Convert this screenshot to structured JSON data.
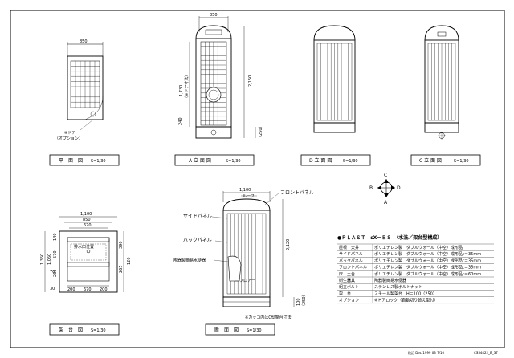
{
  "plan_view": {
    "dim_width": "850",
    "door_note_1": "※ドア",
    "door_note_2": "（オプション）",
    "caption": "平　面　図",
    "scale": "S=1/30"
  },
  "a_elevation": {
    "dim_width": "850",
    "dim_door_1": "1,730",
    "dim_door_2": "（※ドア寸法）",
    "dim_height": "2,150",
    "dim_bottom": "240",
    "dim_base": "（250）",
    "caption": "A 立 面 図",
    "scale": "S=1/30"
  },
  "d_elevation": {
    "caption": "D 立 面 図",
    "scale": "S=1/30"
  },
  "c_elevation": {
    "caption": "C 立 面 図",
    "scale": "S=1/30"
  },
  "compass": {
    "a": "A",
    "b": "B",
    "c": "C",
    "d": "D"
  },
  "base_view": {
    "dim_top_1": "1,100",
    "dim_top_2": "850",
    "dim_top_3": "670",
    "dim_left_1": "1,350",
    "dim_left_2": "1,050",
    "dim_left_3": "570",
    "dim_left_4": "140",
    "dim_left_5": "265",
    "dim_left_6": "30",
    "dim_left_7": "70",
    "dim_right_1": "390",
    "dim_right_2": "265",
    "dim_right_3": "120",
    "dim_bottom_1": "200",
    "dim_bottom_2": "670",
    "dim_bottom_3": "200",
    "marker": "排水口位置",
    "caption": "架　台　図",
    "scale": "S=1/30"
  },
  "section_view": {
    "dim_top": "1,100",
    "roof": "ルーフ",
    "front_panel": "フロントパネル",
    "side_panel": "サイドパネル",
    "back_panel": "バックパネル",
    "toilet": "陶器製簡易水便器",
    "floor": "フロアー",
    "dim_height": "2,120",
    "dim_base_1": "100",
    "dim_base_2": "（250）",
    "note": "※カッコ内はC型架台寸法",
    "caption": "断　面　図",
    "scale": "S=1/30"
  },
  "spec_table": {
    "title": "●ＰＬＡＳＴ　εⅩ－ＢＳ　（水洗／架台型構成）",
    "rows": [
      {
        "label": "屋根・天井",
        "value": "ポリエチレン製　ダブルウォール（中空）成形品"
      },
      {
        "label": "サイドパネル",
        "value": "ポリエチレン製　ダブルウォール（中空）成形品t＝35mm"
      },
      {
        "label": "バックパネル",
        "value": "ポリエチレン製　ダブルウォール（中空）成形品t＝35mm"
      },
      {
        "label": "フロントパネル",
        "value": "ポリエチレン製　ダブルウォール（中空）成形品t＝35mm"
      },
      {
        "label": "床・土台",
        "value": "ポリエチレン製　ダブルウォール（中空）成形品t＝60mm"
      },
      {
        "label": "衛生器具",
        "value": "陶器製簡易水便器"
      },
      {
        "label": "組立ボルト",
        "value": "ステンレス製ボルトナット"
      },
      {
        "label": "架　台",
        "value": "スチール製架台　H＝100（250）"
      },
      {
        "label": "オプション",
        "value": "※ドアロック（自動切り替え型付）"
      }
    ]
  },
  "footer": {
    "date": "改訂 Dec.1999 03 7/10",
    "code": "CSS4422_B_37"
  }
}
